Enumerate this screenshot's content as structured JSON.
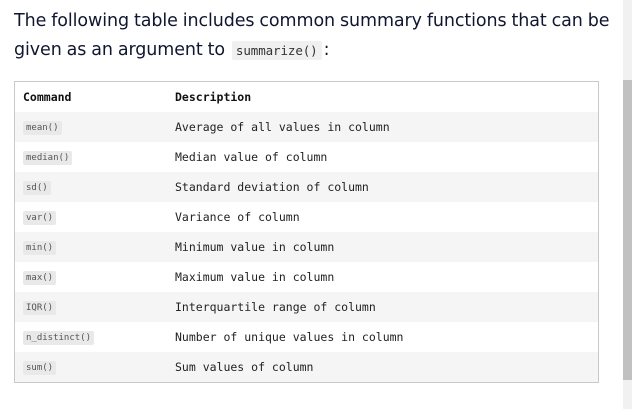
{
  "intro": {
    "text_before": "The following table includes common summary functions that can be given as an argument to",
    "code": "summarize()",
    "text_after": ":"
  },
  "table": {
    "headers": [
      "Command",
      "Description"
    ],
    "rows": [
      {
        "command": "mean()",
        "description": "Average of all values in column"
      },
      {
        "command": "median()",
        "description": "Median value of column"
      },
      {
        "command": "sd()",
        "description": "Standard deviation of column"
      },
      {
        "command": "var()",
        "description": "Variance of column"
      },
      {
        "command": "min()",
        "description": "Minimum value in column"
      },
      {
        "command": "max()",
        "description": "Maximum value in column"
      },
      {
        "command": "IQR()",
        "description": "Interquartile range of column"
      },
      {
        "command": "n_distinct()",
        "description": "Number of unique values in column"
      },
      {
        "command": "sum()",
        "description": "Sum values of column"
      }
    ]
  },
  "colors": {
    "text": "#10162f",
    "row_stripe": "#f5f5f6",
    "table_border": "#c9c9c9",
    "scrollbar_thumb": "#c1c1c1"
  }
}
